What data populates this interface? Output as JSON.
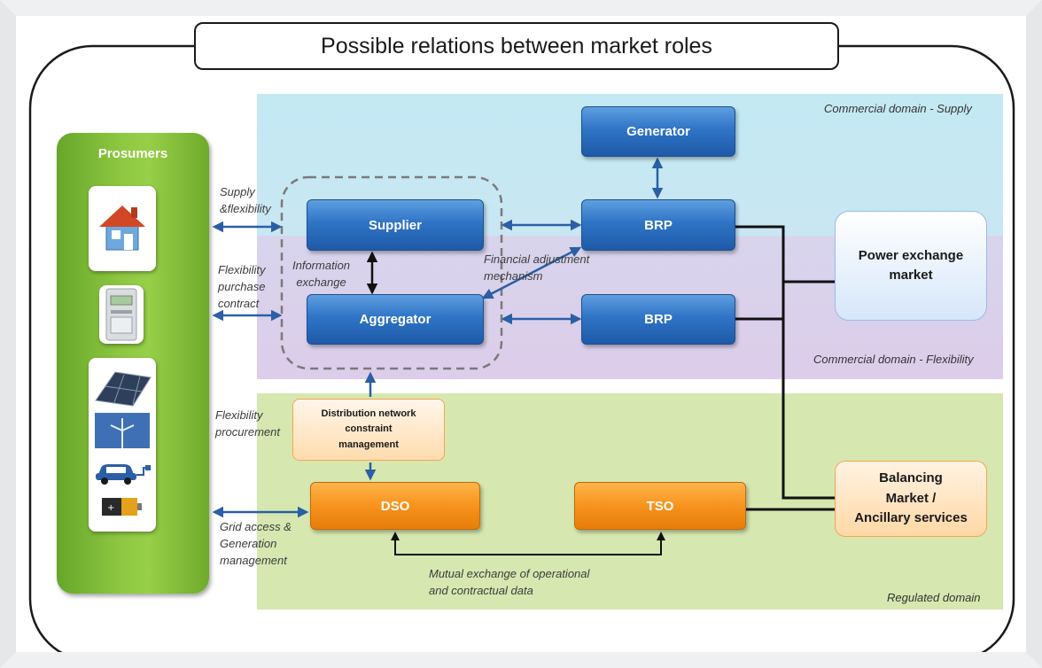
{
  "title": "Possible relations between market roles",
  "domains": {
    "supply": "Commercial domain  - Supply",
    "flexibility": "Commercial domain - Flexibility",
    "regulated": "Regulated domain"
  },
  "prosumers": {
    "title": "Prosumers",
    "icons": [
      "house-icon",
      "smart-meter-icon",
      "solar-panel-icon",
      "wind-turbine-icon",
      "electric-car-icon",
      "battery-icon"
    ]
  },
  "nodes": {
    "generator": "Generator",
    "supplier": "Supplier",
    "aggregator": "Aggregator",
    "brp_supply": "BRP",
    "brp_flex": "BRP",
    "power_exchange": "Power exchange\nmarket",
    "dnc": "Distribution  network\nconstraint\nmanagement",
    "dso": "DSO",
    "tso": "TSO",
    "balancing": "Balancing\nMarket /\nAncillary services"
  },
  "labels": {
    "supply_flex": "Supply\n&flexibility",
    "flex_purchase": "Flexibility\npurchase\ncontract",
    "info_exchange": "Information\nexchange",
    "financial": "Financial adjustment\nmechanism",
    "flex_procurement": "Flexibility\nprocurement",
    "grid_access": "Grid access &\nGeneration\nmanagement",
    "mutual": "Mutual exchange of operational\nand contractual data"
  },
  "colors": {
    "supply_domain": "#c3e9f3",
    "flex_domain": "#dcd0ea",
    "regulated_domain": "#d6e7b0",
    "prosumer_green": "#8cc640",
    "role_blue": "#2f74c6",
    "system_orange": "#f7931e",
    "arrow_blue": "#2b5fa6"
  }
}
